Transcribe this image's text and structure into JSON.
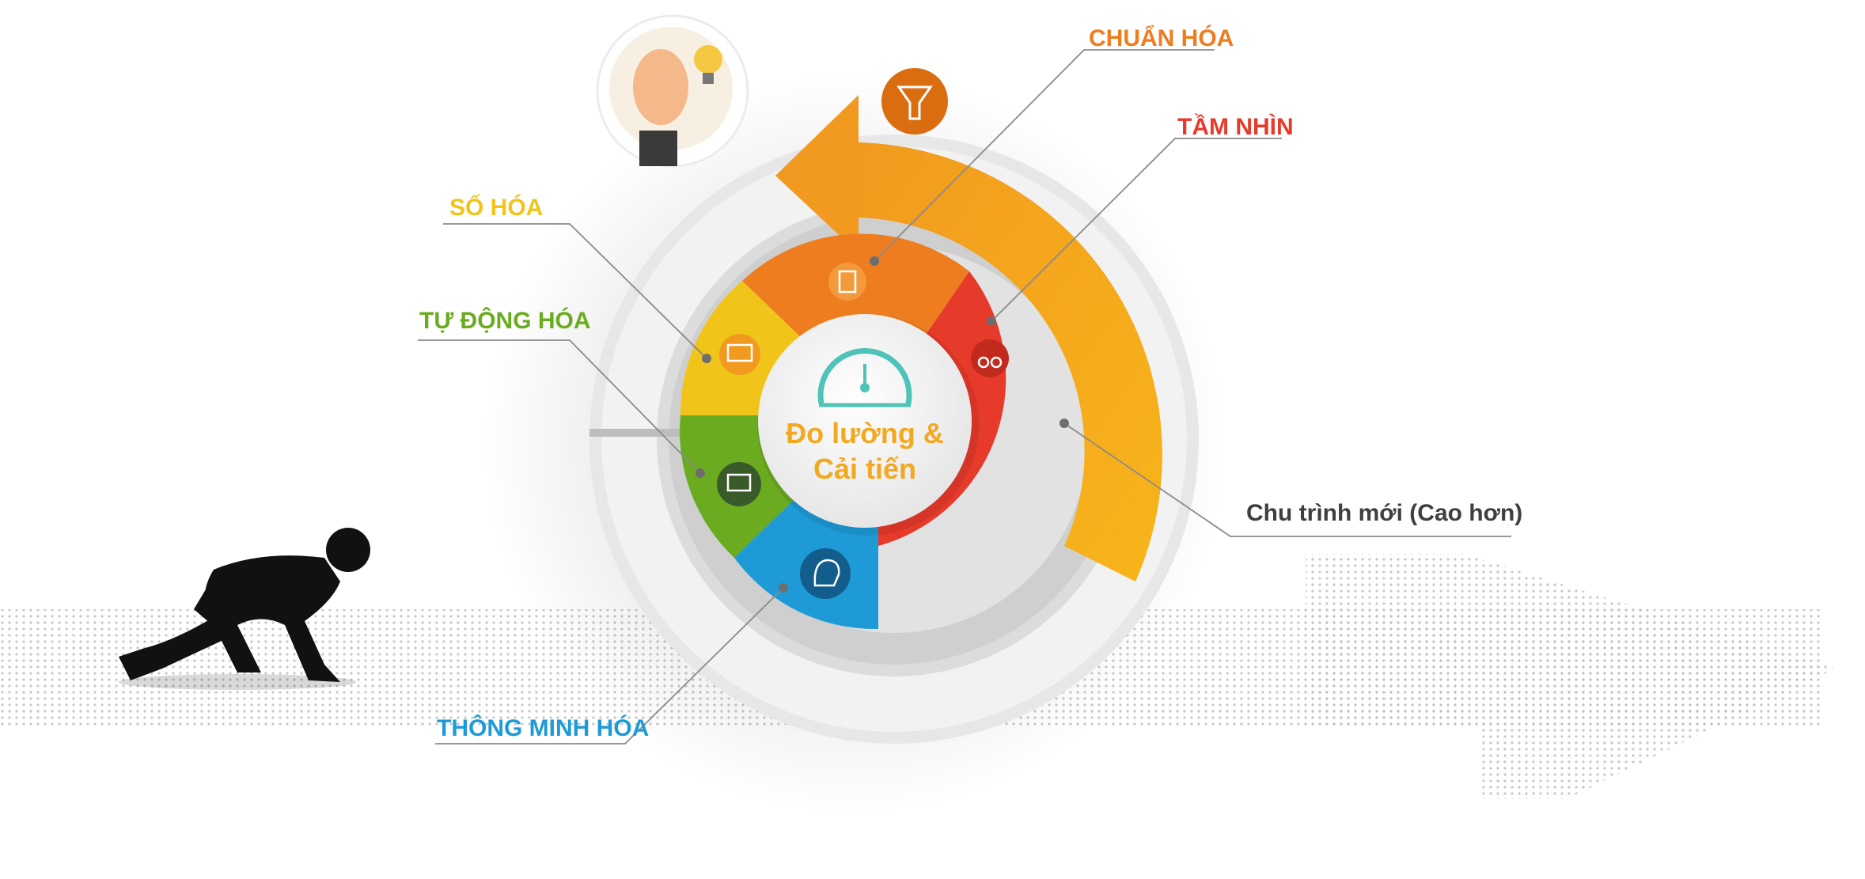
{
  "diagram": {
    "center": {
      "line1": "Đo lường &",
      "line2": "Cải tiến"
    },
    "segments": [
      {
        "id": "standardize",
        "label": "CHUẨN HÓA",
        "color": "#ee7d1f",
        "icon": "document-icon"
      },
      {
        "id": "vision",
        "label": "TẦM NHÌN",
        "color": "#e63a2b",
        "icon": "binoculars-icon"
      },
      {
        "id": "digitize",
        "label": "SỐ HÓA",
        "color": "#f0c419",
        "icon": "monitor-chart-icon"
      },
      {
        "id": "automate",
        "label": "TỰ ĐỘNG HÓA",
        "color": "#6aab1f",
        "icon": "automation-screen-icon"
      },
      {
        "id": "smart",
        "label": "THÔNG MINH HÓA",
        "color": "#1e9bd7",
        "icon": "ai-head-icon"
      }
    ],
    "new_cycle_label": "Chu trình mới (Cao hơn)",
    "colors": {
      "orange": "#ee7d1f",
      "red": "#e63a2b",
      "yellow": "#f0c419",
      "green": "#6aab1f",
      "blue": "#1e9bd7",
      "teal": "#4fc3b8",
      "gold": "#f5b21b",
      "gray": "#d6d6d6"
    },
    "icons": [
      "ok-hand-icon",
      "lightbulb-icon",
      "funnel-gears-icon",
      "speedometer-icon",
      "runner-silhouette"
    ]
  }
}
